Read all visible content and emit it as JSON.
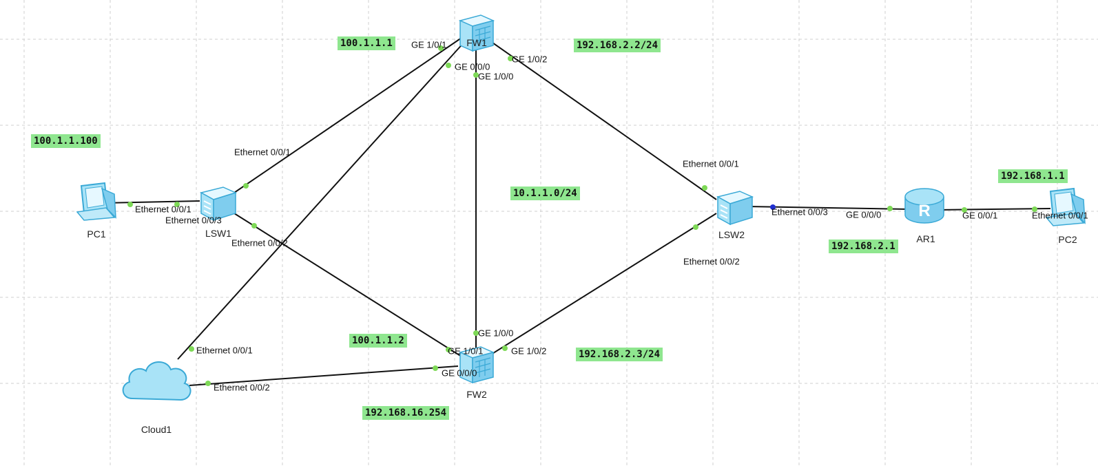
{
  "devices": {
    "pc1": {
      "label": "PC1",
      "icon": "pc-icon"
    },
    "lsw1": {
      "label": "LSW1",
      "icon": "switch-icon"
    },
    "fw1": {
      "label": "FW1",
      "icon": "firewall-icon"
    },
    "fw2": {
      "label": "FW2",
      "icon": "firewall-icon"
    },
    "cloud1": {
      "label": "Cloud1",
      "icon": "cloud-icon"
    },
    "lsw2": {
      "label": "LSW2",
      "icon": "switch-icon"
    },
    "ar1": {
      "label": "AR1",
      "icon": "router-icon",
      "glyph": "R"
    },
    "pc2": {
      "label": "PC2",
      "icon": "pc-icon"
    }
  },
  "ports": {
    "pc1_e001": "Ethernet 0/0/1",
    "lsw1_e003": "Ethernet 0/0/3",
    "lsw1_e001": "Ethernet 0/0/1",
    "lsw1_e002": "Ethernet 0/0/2",
    "fw1_ge101": "GE 1/0/1",
    "fw1_ge000": "GE 0/0/0",
    "fw1_ge100": "GE 1/0/0",
    "fw1_ge102": "GE 1/0/2",
    "fw2_ge100": "GE 1/0/0",
    "fw2_ge101": "GE 1/0/1",
    "fw2_ge102": "GE 1/0/2",
    "fw2_ge000": "GE 0/0/0",
    "cloud_e001": "Ethernet 0/0/1",
    "cloud_e002": "Ethernet 0/0/2",
    "lsw2_e001": "Ethernet 0/0/1",
    "lsw2_e002": "Ethernet 0/0/2",
    "lsw2_e003": "Ethernet 0/0/3",
    "ar1_ge000": "GE 0/0/0",
    "ar1_ge001": "GE 0/0/1",
    "pc2_e001": "Ethernet 0/0/1"
  },
  "ip_labels": {
    "pc1_ip": "100.1.1.100",
    "fw1_public": "100.1.1.1",
    "fw1_inside": "192.168.2.2/24",
    "heartbeat_net": "10.1.1.0/24",
    "fw2_public": "100.1.1.2",
    "fw2_inside": "192.168.2.3/24",
    "cloud_net": "192.168.16.254",
    "ar1_ip": "192.168.2.1",
    "pc2_ip": "192.168.1.1"
  },
  "colors": {
    "link": "#111111",
    "port_up": "#7ed957",
    "port_down": "#1f2fd0",
    "ip_label_bg": "#8fe68f",
    "device_fill": "#a9e3f7",
    "device_stroke": "#3aa9d6",
    "grid": "#cfcfcf"
  }
}
